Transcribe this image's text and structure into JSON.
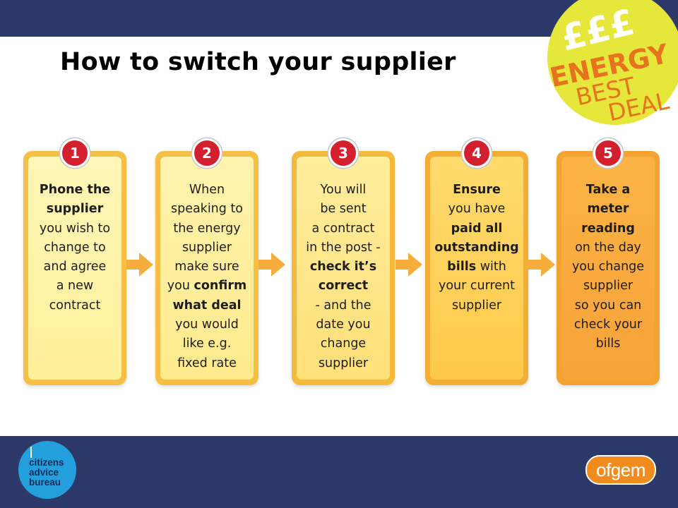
{
  "title": "How to switch your supplier",
  "badge_logo": {
    "pounds": "£££",
    "line1": "ENERGY",
    "line2": "BEST",
    "line3": "DEAL"
  },
  "steps": [
    {
      "number": "1",
      "lines": [
        {
          "t": "Phone the",
          "b": true
        },
        {
          "t": "supplier",
          "b": true
        },
        {
          "t": "you wish to"
        },
        {
          "t": "change to"
        },
        {
          "t": "and agree"
        },
        {
          "t": "a new"
        },
        {
          "t": "contract"
        }
      ]
    },
    {
      "number": "2",
      "lines": [
        {
          "t": "When"
        },
        {
          "t": "speaking to"
        },
        {
          "t": "the energy"
        },
        {
          "t": "supplier"
        },
        {
          "t": "make sure"
        },
        {
          "parts": [
            {
              "t": "you "
            },
            {
              "t": "confirm",
              "b": true
            }
          ]
        },
        {
          "t": "what deal",
          "b": true
        },
        {
          "t": "you would"
        },
        {
          "t": "like e.g."
        },
        {
          "t": "fixed rate"
        }
      ]
    },
    {
      "number": "3",
      "lines": [
        {
          "t": "You will"
        },
        {
          "t": "be sent"
        },
        {
          "t": "a contract"
        },
        {
          "t": "in the post -"
        },
        {
          "t": "check it’s",
          "b": true
        },
        {
          "t": "correct",
          "b": true
        },
        {
          "t": "- and the"
        },
        {
          "t": "date you"
        },
        {
          "t": "change"
        },
        {
          "t": "supplier"
        }
      ]
    },
    {
      "number": "4",
      "lines": [
        {
          "t": "Ensure",
          "b": true
        },
        {
          "t": "you have"
        },
        {
          "t": "paid all",
          "b": true
        },
        {
          "t": "outstanding",
          "b": true
        },
        {
          "parts": [
            {
              "t": "bills",
              "b": true
            },
            {
              "t": " with"
            }
          ]
        },
        {
          "t": "your current"
        },
        {
          "t": "supplier"
        }
      ]
    },
    {
      "number": "5",
      "lines": [
        {
          "t": "Take a",
          "b": true
        },
        {
          "t": "meter",
          "b": true
        },
        {
          "t": "reading",
          "b": true
        },
        {
          "t": "on the day"
        },
        {
          "t": "you change"
        },
        {
          "t": "supplier"
        },
        {
          "t": "so you can"
        },
        {
          "t": "check your"
        },
        {
          "t": "bills"
        }
      ]
    }
  ],
  "colors": {
    "navy": "#2b3868",
    "badge_red": "#d2202f",
    "step_tops": [
      "#fff6b8",
      "#fff3ae",
      "#ffee9e",
      "#ffdb6e",
      "#fbb444"
    ],
    "step_bottoms": [
      "#fff09a",
      "#ffea8c",
      "#ffdf78",
      "#ffc94a",
      "#f7a23a"
    ],
    "borders": [
      "#f6c048",
      "#f6be44",
      "#f5b93e",
      "#f4ae36",
      "#f3a330"
    ],
    "arrow": "#f6ad3c",
    "energy_yellow": "#e5e83a",
    "energy_orange": "#e8731f"
  },
  "footer": {
    "cab_label": [
      "citizens",
      "advice",
      "bureau"
    ],
    "ofgem_label": "ofgem"
  }
}
